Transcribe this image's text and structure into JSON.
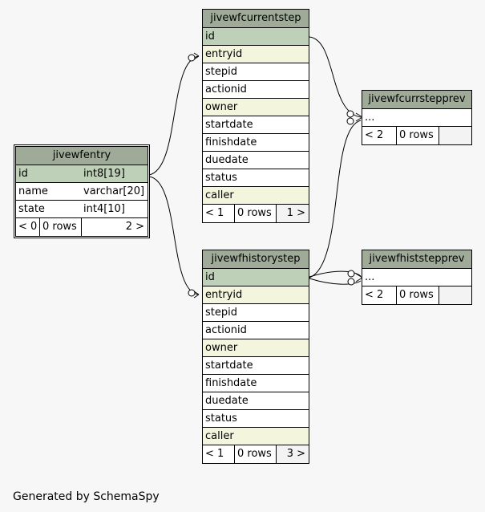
{
  "footer_text": "Generated by SchemaSpy",
  "colors": {
    "header": "#9fab98",
    "primary_key": "#bfd0b8",
    "foreign_key": "#f3f6dc",
    "background": "#f7f7f7"
  },
  "tables": {
    "jivewfentry": {
      "name": "jivewfentry",
      "columns": [
        {
          "name": "id",
          "type": "int8[19]",
          "key": "pk"
        },
        {
          "name": "name",
          "type": "varchar[20]",
          "key": ""
        },
        {
          "name": "state",
          "type": "int4[10]",
          "key": ""
        }
      ],
      "footer": {
        "parents": "< 0",
        "rows": "0 rows",
        "children": "2 >"
      }
    },
    "jivewfcurrentstep": {
      "name": "jivewfcurrentstep",
      "columns": [
        {
          "name": "id",
          "key": "pk"
        },
        {
          "name": "entryid",
          "key": "fk"
        },
        {
          "name": "stepid",
          "key": ""
        },
        {
          "name": "actionid",
          "key": ""
        },
        {
          "name": "owner",
          "key": "fk"
        },
        {
          "name": "startdate",
          "key": ""
        },
        {
          "name": "finishdate",
          "key": ""
        },
        {
          "name": "duedate",
          "key": ""
        },
        {
          "name": "status",
          "key": ""
        },
        {
          "name": "caller",
          "key": "fk"
        }
      ],
      "footer": {
        "parents": "< 1",
        "rows": "0 rows",
        "children": "1 >"
      }
    },
    "jivewfhistorystep": {
      "name": "jivewfhistorystep",
      "columns": [
        {
          "name": "id",
          "key": "pk"
        },
        {
          "name": "entryid",
          "key": "fk"
        },
        {
          "name": "stepid",
          "key": ""
        },
        {
          "name": "actionid",
          "key": ""
        },
        {
          "name": "owner",
          "key": "fk"
        },
        {
          "name": "startdate",
          "key": ""
        },
        {
          "name": "finishdate",
          "key": ""
        },
        {
          "name": "duedate",
          "key": ""
        },
        {
          "name": "status",
          "key": ""
        },
        {
          "name": "caller",
          "key": "fk"
        }
      ],
      "footer": {
        "parents": "< 1",
        "rows": "0 rows",
        "children": "3 >"
      }
    },
    "jivewfcurrstepprev": {
      "name": "jivewfcurrstepprev",
      "columns": [
        {
          "name": "...",
          "key": ""
        }
      ],
      "footer": {
        "parents": "< 2",
        "rows": "0 rows",
        "children": ""
      }
    },
    "jivewfhiststepprev": {
      "name": "jivewfhiststepprev",
      "columns": [
        {
          "name": "...",
          "key": ""
        }
      ],
      "footer": {
        "parents": "< 2",
        "rows": "0 rows",
        "children": ""
      }
    }
  }
}
